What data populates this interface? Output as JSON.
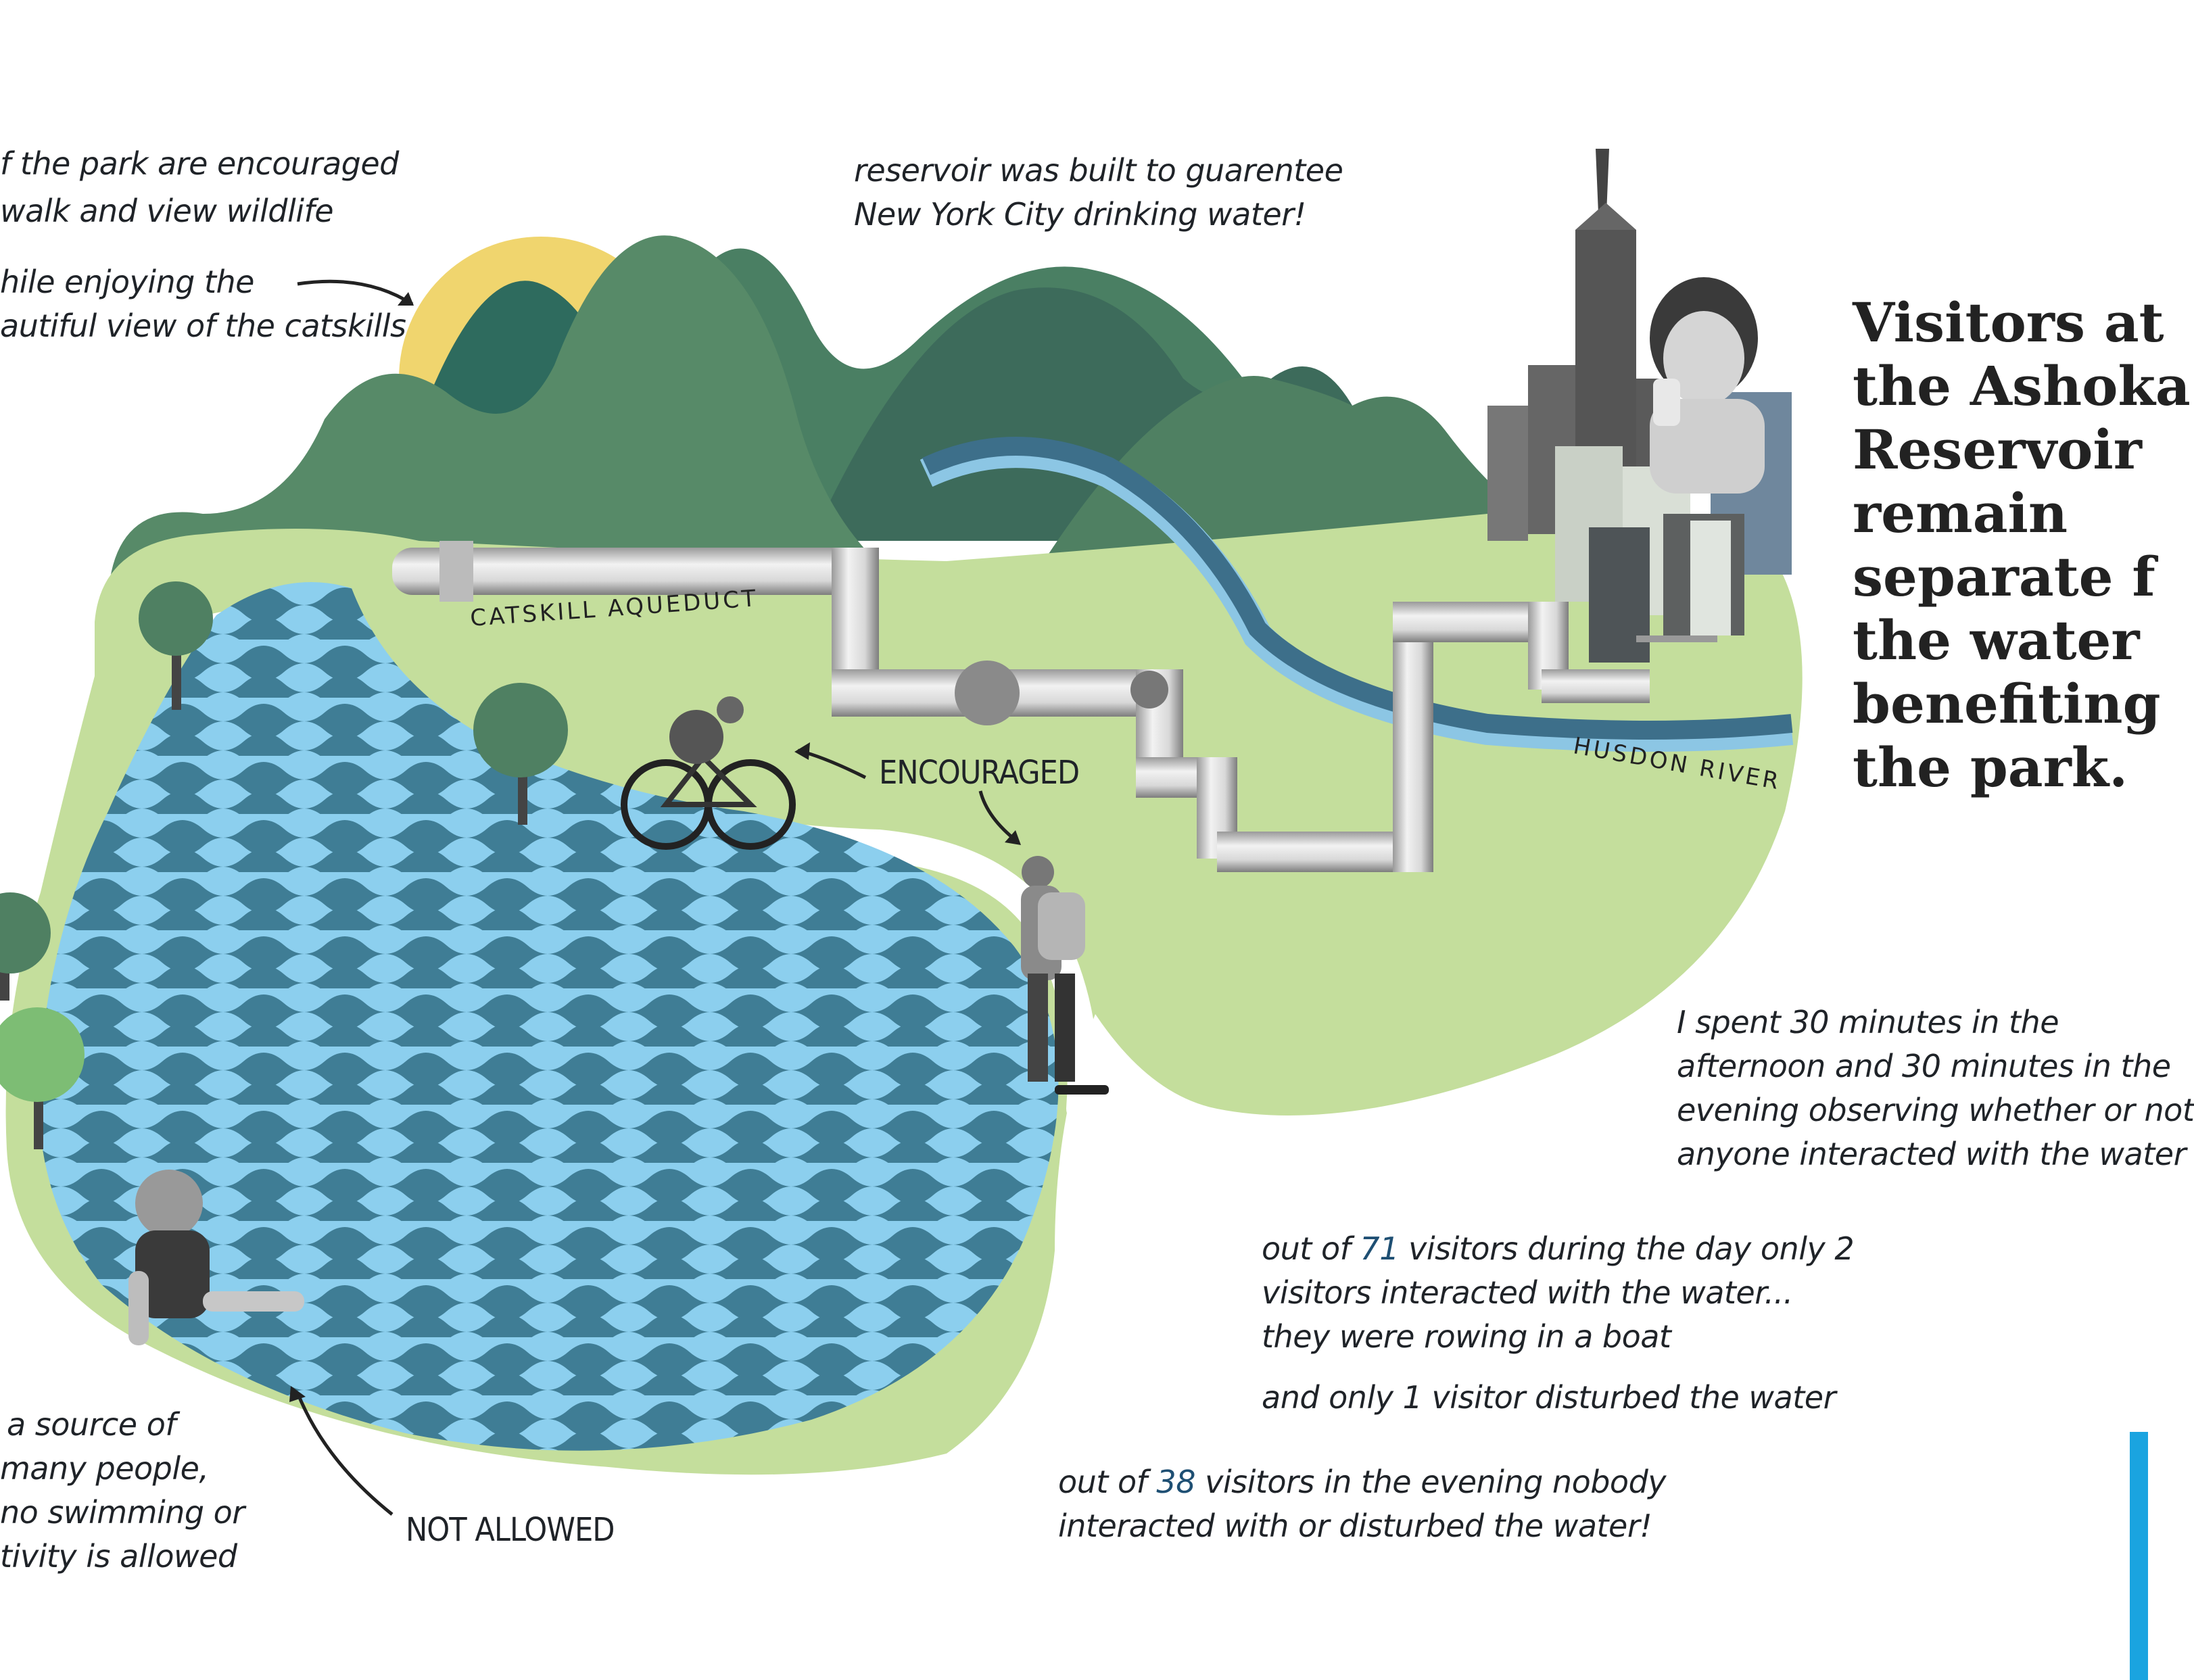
{
  "title": {
    "lines": [
      "Visitors at",
      "the Ashoka",
      "Reservoir",
      "remain",
      "separate f",
      "the water",
      "benefiting",
      "the park."
    ]
  },
  "notes": {
    "top_left_1": "f the park are encouraged",
    "top_left_2": "walk and view wildlife",
    "top_left_3": "hile enjoying the",
    "top_left_4": "autiful view of the catskills",
    "top_center_1": "reservoir was built to guarentee",
    "top_center_2": "New York City drinking water!",
    "method_1": "I spent 30 minutes in the",
    "method_2": "afternoon and 30 minutes in the",
    "method_3": "evening observing whether or not",
    "method_4": "anyone interacted with the water",
    "day_1_prefix": "out of",
    "day_1_num": "71",
    "day_1_suffix": "visitors during the day only 2",
    "day_2": "visitors interacted with the water...",
    "day_3": "they were rowing in a boat",
    "day_4": "and only 1 visitor disturbed the water",
    "eve_1_prefix": "out of",
    "eve_1_num": "38",
    "eve_1_suffix": "visitors in the evening nobody",
    "eve_2": "interacted with or disturbed the water!",
    "bottom_left_1": "a source of",
    "bottom_left_2": "many people,",
    "bottom_left_3": "no  swimming or",
    "bottom_left_4": "tivity is allowed"
  },
  "labels": {
    "aqueduct": "CATSKILL AQUEDUCT",
    "river": "HUSDON RIVER",
    "encouraged": "ENCOURAGED",
    "not_allowed": "NOT ALLOWED"
  },
  "colors": {
    "sun": "#f0d56e",
    "mountain_dark": "#2e6b5e",
    "mountain_mid": "#4a7f63",
    "mountain_light": "#578a68",
    "land": "#c4de9c",
    "water_light": "#8ccfee",
    "water_dark": "#3f7d95",
    "river": "#3d6f8a",
    "river_light": "#8cc6e4",
    "accent_bar": "#1aa4e0"
  }
}
